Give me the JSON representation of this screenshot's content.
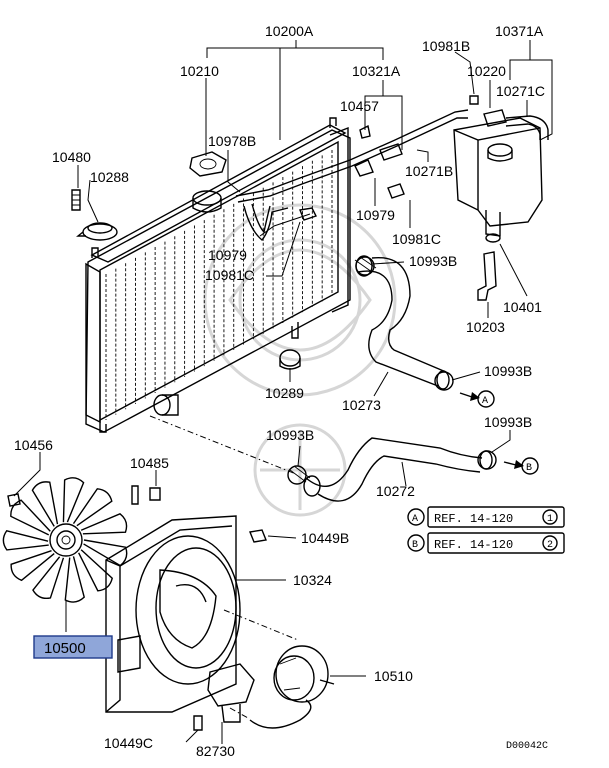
{
  "diagram": {
    "labels": {
      "p10200A": "10200A",
      "p10210": "10210",
      "p10321A": "10321A",
      "p10978B": "10978B",
      "p10457": "10457",
      "p10981B": "10981B",
      "p10371A": "10371A",
      "p10220": "10220",
      "p10271C": "10271C",
      "p10480": "10480",
      "p10288": "10288",
      "p10271B": "10271B",
      "p10979a": "10979",
      "p10979b": "10979",
      "p10981Ca": "10981C",
      "p10981Cb": "10981C",
      "p10993Ba": "10993B",
      "p10993Bb": "10993B",
      "p10993Bc": "10993B",
      "p10993Bd": "10993B",
      "p10401": "10401",
      "p10203": "10203",
      "p10289": "10289",
      "p10273": "10273",
      "p10456": "10456",
      "p10485": "10485",
      "p10272": "10272",
      "p10449B": "10449B",
      "p10324": "10324",
      "p10500": "10500",
      "p10510": "10510",
      "p10449C": "10449C",
      "p82730": "82730"
    },
    "markers": {
      "a": "A",
      "b": "B"
    },
    "references": {
      "a": {
        "marker": "A",
        "text": "REF. 14-120",
        "num": "1"
      },
      "b": {
        "marker": "B",
        "text": "REF. 14-120",
        "num": "2"
      }
    },
    "drawing_code": "D00042C",
    "highlight_color": "#8fa6d9"
  }
}
